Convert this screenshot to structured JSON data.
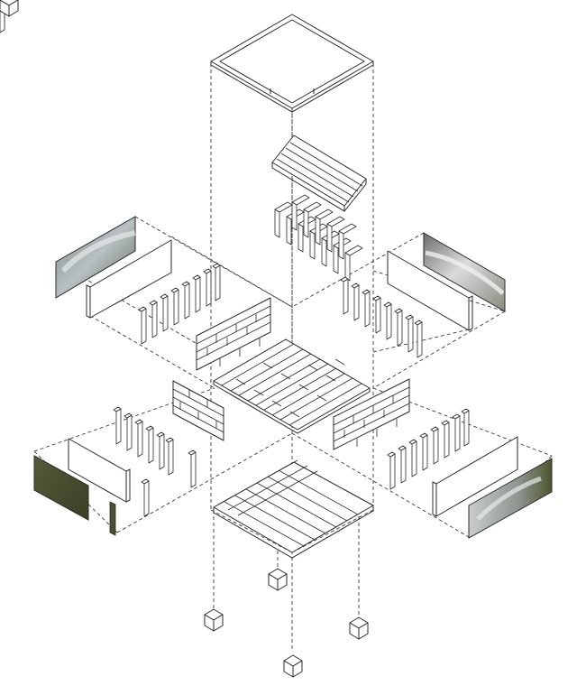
{
  "diagram": {
    "kind": "exploded-axonometric",
    "colors": {
      "line": "#2a2a2a",
      "background": "#ffffff"
    },
    "components": [
      "roof-frame",
      "rafters",
      "roof-brackets",
      "wall-studs",
      "cladding-boards",
      "deck-boards",
      "floor-joists",
      "foundation-blocks",
      "window-glazing",
      "window-frame"
    ]
  }
}
